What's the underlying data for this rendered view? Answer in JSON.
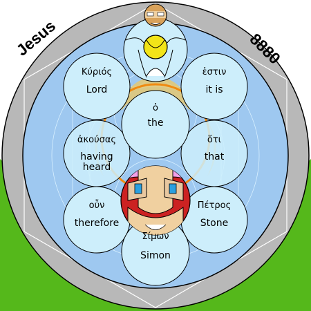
{
  "ring": {
    "left_word": "Jesus",
    "right_number": "8880"
  },
  "circles": [
    {
      "id": "kyrios",
      "greek": "Κύριός",
      "english": [
        "Lord"
      ]
    },
    {
      "id": "estin",
      "greek": "ἐστιν",
      "english": [
        "it is"
      ]
    },
    {
      "id": "ho",
      "greek": "ὁ",
      "english": [
        "the"
      ]
    },
    {
      "id": "akousas",
      "greek": "ἀκούσας",
      "english": [
        "having",
        "heard"
      ]
    },
    {
      "id": "hoti",
      "greek": "ὅτι",
      "english": [
        "that"
      ]
    },
    {
      "id": "oun",
      "greek": "οὖν",
      "english": [
        "therefore"
      ]
    },
    {
      "id": "petros",
      "greek": "Πέτρος",
      "english": [
        "Stone"
      ]
    },
    {
      "id": "simon",
      "greek": "Σίμων",
      "english": [
        "Simon"
      ]
    }
  ],
  "colors": {
    "outer_ring": "#b8b8b8",
    "inner_disc": "#9ec8f0",
    "circle_fill": "#cdeefb",
    "sky": "#ffffff",
    "grass": "#55b81b",
    "gold": "#f2e418",
    "red": "#cc2222",
    "pink": "#f2a0e8",
    "cyan_eye": "#2aa0e0"
  }
}
